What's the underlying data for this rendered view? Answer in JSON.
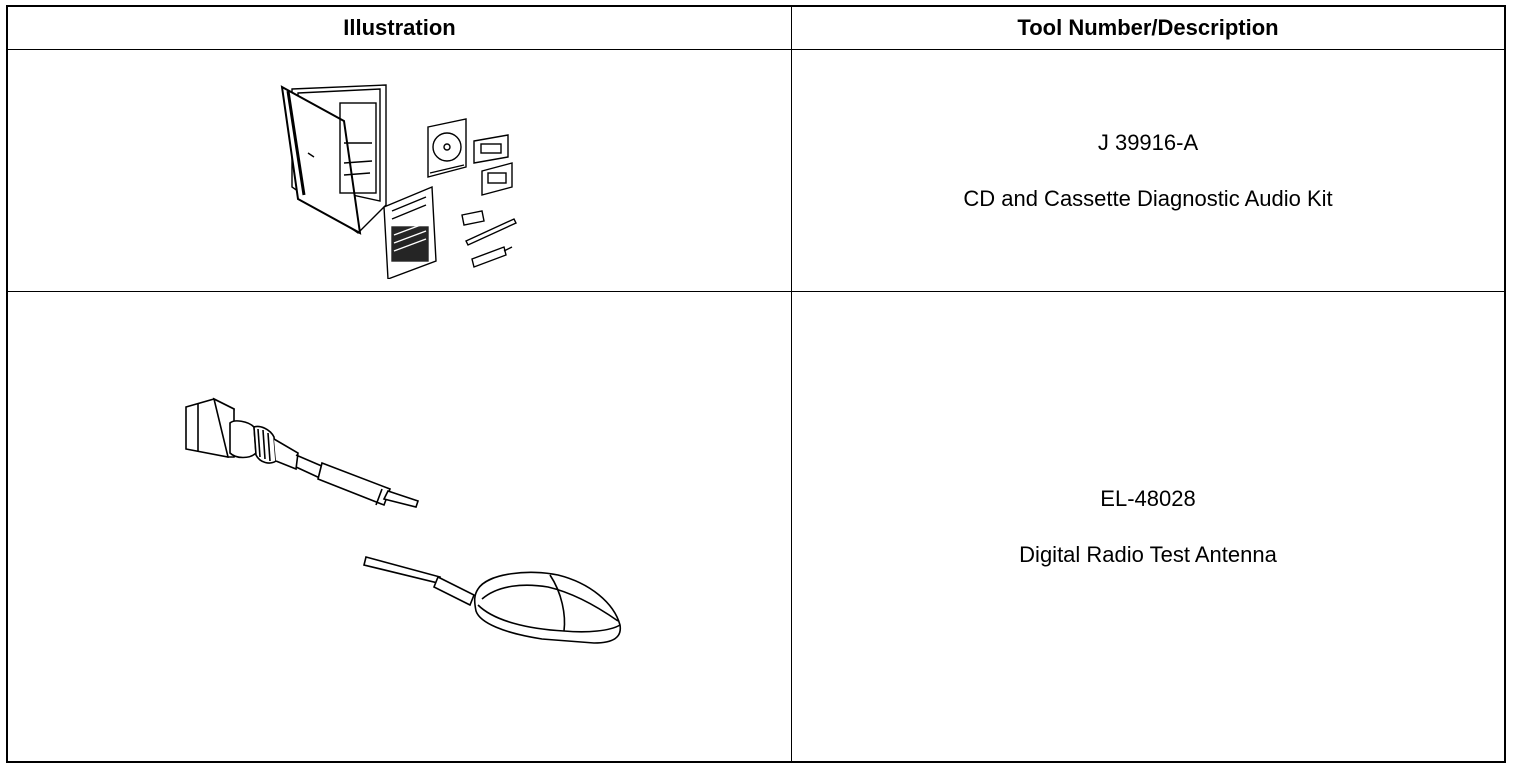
{
  "table": {
    "headers": {
      "illustration": "Illustration",
      "tool": "Tool Number/Description"
    },
    "rows": [
      {
        "tool_number": "J 39916-A",
        "description": "CD and Cassette Diagnostic Audio Kit",
        "illustration_icon": "audio-diagnostic-kit-illustration"
      },
      {
        "tool_number": "EL-48028",
        "description": "Digital Radio Test Antenna",
        "illustration_icon": "test-antenna-illustration"
      }
    ]
  }
}
